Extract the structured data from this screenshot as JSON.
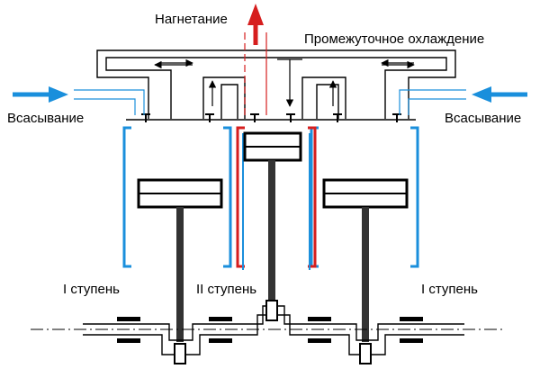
{
  "labels": {
    "discharge": "Нагнетание",
    "intercooling": "Промежуточное охлаждение",
    "suction_left": "Всасывание",
    "suction_right": "Всасывание",
    "stage_left": "I ступень",
    "stage_center": "II ступень",
    "stage_right": "I ступень"
  },
  "colors": {
    "outline": "#000000",
    "stage1_wall": "#1a8fdc",
    "stage2_wall": "#d61e1e",
    "suction_arrow": "#1a8fdc",
    "discharge_arrow": "#d61e1e",
    "background": "#ffffff"
  }
}
